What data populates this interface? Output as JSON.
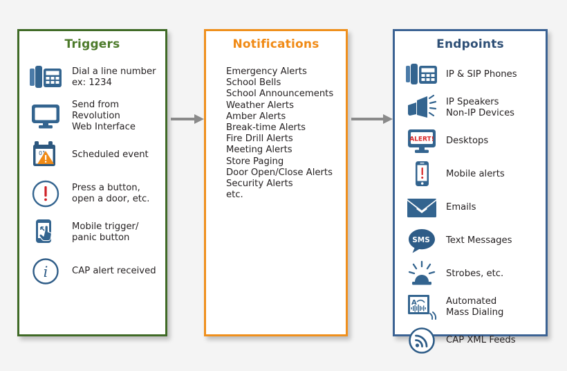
{
  "diagram": {
    "background_color": "#f4f4f4",
    "arrows": [
      {
        "name": "arrow-triggers-to-notifications",
        "color": "#8a8a8a"
      },
      {
        "name": "arrow-notifications-to-endpoints",
        "color": "#8a8a8a"
      }
    ]
  },
  "triggers": {
    "title": "Triggers",
    "border_color": "#3f6a26",
    "title_color": "#4c7a2a",
    "items": [
      {
        "icon": "desk-phone-icon",
        "label": "Dial a line number\nex: 1234"
      },
      {
        "icon": "desktop-monitor-icon",
        "label": "Send from Revolution\nWeb Interface"
      },
      {
        "icon": "calendar-alert-icon",
        "label": "Scheduled event",
        "badge": "01"
      },
      {
        "icon": "exclamation-circle-icon",
        "label": "Press a button,\nopen a door, etc."
      },
      {
        "icon": "mobile-tap-icon",
        "label": "Mobile trigger/\npanic button"
      },
      {
        "icon": "info-circle-icon",
        "label": "CAP alert received"
      }
    ]
  },
  "notifications": {
    "title": "Notifications",
    "border_color": "#ef8f1c",
    "title_color": "#f08a15",
    "items": [
      "Emergency Alerts",
      "School Bells",
      "School Announcements",
      "Weather Alerts",
      "Amber Alerts",
      "Break-time Alerts",
      "Fire Drill Alerts",
      "Meeting Alerts",
      "Store Paging",
      "Door Open/Close Alerts",
      "Security Alerts",
      "etc."
    ]
  },
  "endpoints": {
    "title": "Endpoints",
    "border_color": "#3b6293",
    "title_color": "#2e4f76",
    "items": [
      {
        "icon": "desk-phone-icon",
        "label": "IP & SIP Phones"
      },
      {
        "icon": "megaphone-icon",
        "label": "IP Speakers\nNon-IP Devices"
      },
      {
        "icon": "desktop-alert-icon",
        "label": "Desktops",
        "badge": "ALERT!"
      },
      {
        "icon": "mobile-alert-icon",
        "label": "Mobile alerts"
      },
      {
        "icon": "envelope-icon",
        "label": "Emails"
      },
      {
        "icon": "sms-bubble-icon",
        "label": "Text Messages",
        "badge": "SMS"
      },
      {
        "icon": "strobe-light-icon",
        "label": "Strobes, etc."
      },
      {
        "icon": "mass-dialing-icon",
        "label": "Automated\nMass Dialing",
        "badge": "A"
      },
      {
        "icon": "rss-feed-icon",
        "label": "CAP XML Feeds"
      }
    ]
  },
  "colors": {
    "icon_blue": "#33648f",
    "icon_blue_dark": "#2d587f",
    "accent_orange": "#f08a15",
    "alert_red": "#d82626"
  }
}
